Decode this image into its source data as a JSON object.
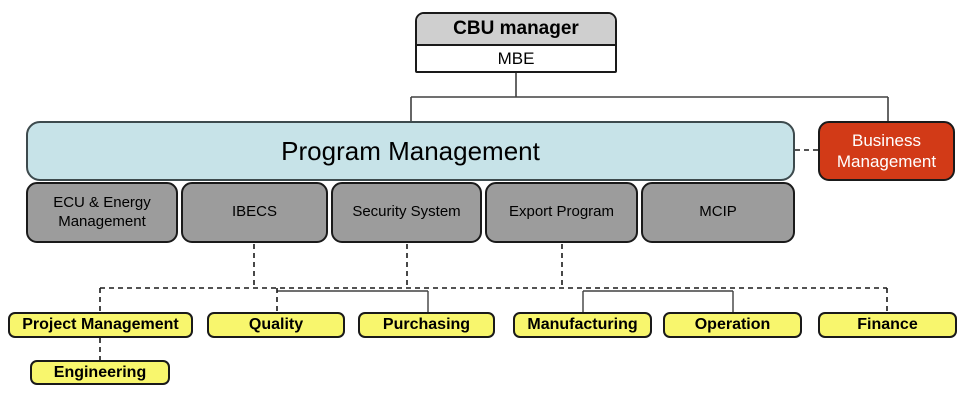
{
  "org_chart": {
    "top_unit": {
      "manager_label": "CBU manager",
      "sub_label": "MBE"
    },
    "program_management": {
      "label": "Program Management"
    },
    "business_management": {
      "label": "Business Management"
    },
    "programs": [
      {
        "label": "ECU & Energy Management"
      },
      {
        "label": "IBECS"
      },
      {
        "label": "Security System"
      },
      {
        "label": "Export Program"
      },
      {
        "label": "MCIP"
      }
    ],
    "functions": [
      {
        "label": "Project Management"
      },
      {
        "label": "Quality"
      },
      {
        "label": "Purchasing"
      },
      {
        "label": "Manufacturing"
      },
      {
        "label": "Operation"
      },
      {
        "label": "Finance"
      }
    ],
    "sub_function": {
      "label": "Engineering"
    },
    "colors": {
      "manager_header_fill": "#cfcfcf",
      "program_management_fill": "#c7e3e8",
      "business_management_fill": "#d23a17",
      "program_box_fill": "#9c9c9c",
      "function_box_fill": "#f8f66d",
      "connector_solid": "#404040",
      "connector_dashed": "#1a1a1a"
    },
    "line_styles": {
      "solid": "hierarchy line",
      "dashed": "dotted-line (matrix) relationship"
    }
  }
}
